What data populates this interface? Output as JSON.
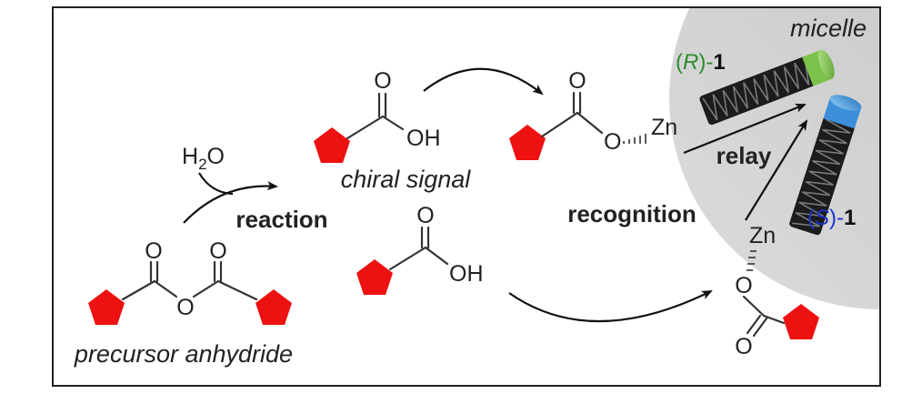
{
  "diagram": {
    "labels": {
      "micelle": "micelle",
      "chiral_signal": "chiral signal",
      "reaction": "reaction",
      "recognition": "recognition",
      "relay": "relay",
      "precursor": "precursor anhydride",
      "water_h": "H",
      "water_sub": "2",
      "water_o": "O",
      "r_open": "(",
      "r_letter": "R",
      "r_close": ")-",
      "r_num": "1",
      "s_open": "(",
      "s_letter": "S",
      "s_close": ")-",
      "s_num": "1"
    },
    "atoms": {
      "oxygen": "O",
      "hydroxyl": "OH",
      "zinc": "Zn"
    },
    "colors": {
      "pentagon": "#ee1111",
      "r_helix_cap": "#7cc24a",
      "s_helix_cap": "#3b8fd9",
      "r_label": "#2e8b2e",
      "s_label": "#1a33cc",
      "micelle_fill": "#d0d0d0"
    }
  }
}
